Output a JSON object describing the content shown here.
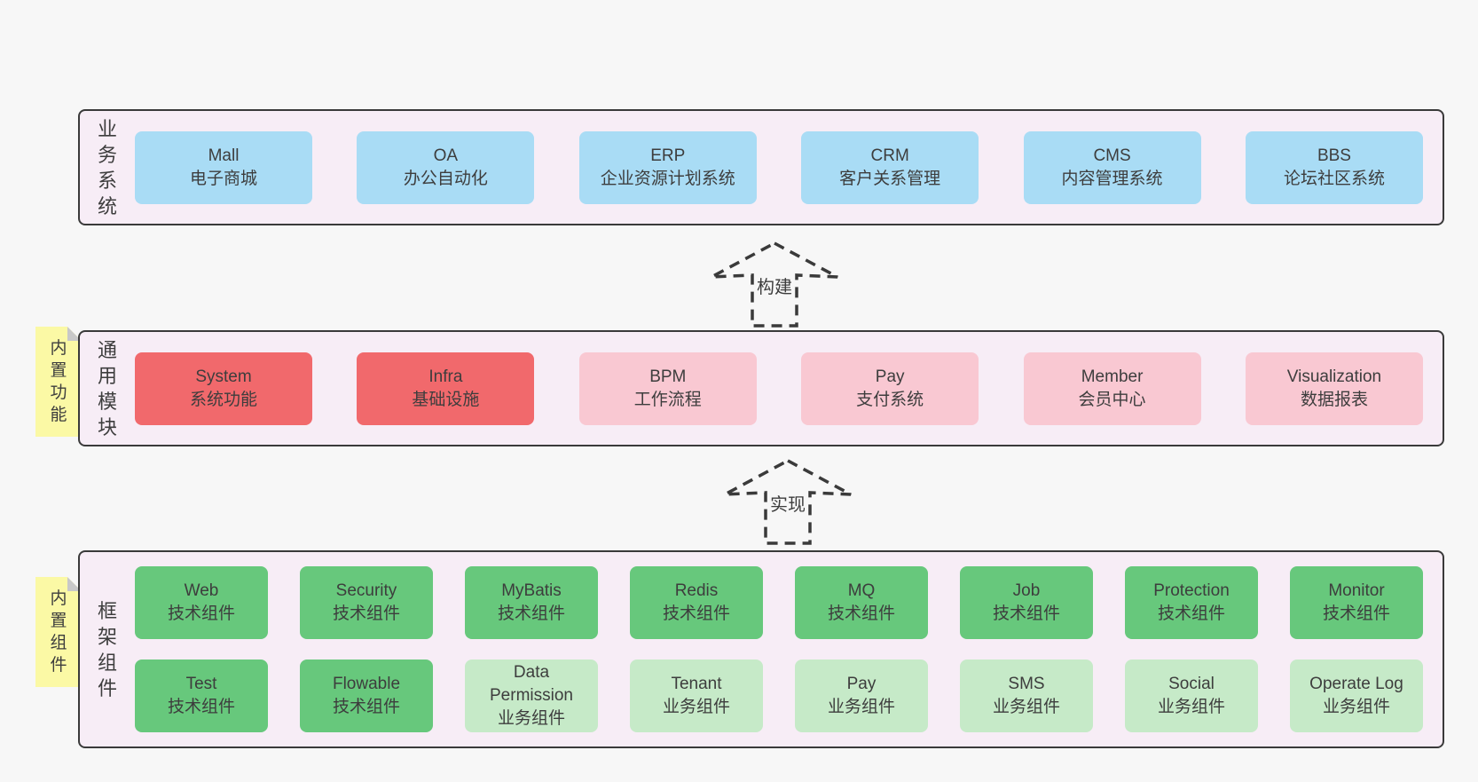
{
  "colors": {
    "page_bg": "#f7f7f7",
    "band_bg": "#f7edf6",
    "band_border": "#3a3a3a",
    "text": "#3d3d3d",
    "blue": "#a9dcf5",
    "red": "#f1696c",
    "pink": "#f9c8d2",
    "green": "#67c87c",
    "lightgreen": "#c6eac8",
    "note_yellow": "#fbf9a5",
    "note_fold": "#c8c8c8"
  },
  "bands": [
    {
      "label": "业务系统",
      "rows": [
        [
          {
            "title": "Mall",
            "subtitle": "电子商城",
            "variant": "blue"
          },
          {
            "title": "OA",
            "subtitle": "办公自动化",
            "variant": "blue"
          },
          {
            "title": "ERP",
            "subtitle": "企业资源计划系统",
            "variant": "blue"
          },
          {
            "title": "CRM",
            "subtitle": "客户关系管理",
            "variant": "blue"
          },
          {
            "title": "CMS",
            "subtitle": "内容管理系统",
            "variant": "blue"
          },
          {
            "title": "BBS",
            "subtitle": "论坛社区系统",
            "variant": "blue"
          }
        ]
      ]
    },
    {
      "label": "通用模块",
      "note": "内置功能",
      "rows": [
        [
          {
            "title": "System",
            "subtitle": "系统功能",
            "variant": "red"
          },
          {
            "title": "Infra",
            "subtitle": "基础设施",
            "variant": "red"
          },
          {
            "title": "BPM",
            "subtitle": "工作流程",
            "variant": "pink"
          },
          {
            "title": "Pay",
            "subtitle": "支付系统",
            "variant": "pink"
          },
          {
            "title": "Member",
            "subtitle": "会员中心",
            "variant": "pink"
          },
          {
            "title": "Visualization",
            "subtitle": "数据报表",
            "variant": "pink"
          }
        ]
      ]
    },
    {
      "label": "框架组件",
      "note": "内置组件",
      "rows": [
        [
          {
            "title": "Web",
            "subtitle": "技术组件",
            "variant": "green"
          },
          {
            "title": "Security",
            "subtitle": "技术组件",
            "variant": "green"
          },
          {
            "title": "MyBatis",
            "subtitle": "技术组件",
            "variant": "green"
          },
          {
            "title": "Redis",
            "subtitle": "技术组件",
            "variant": "green"
          },
          {
            "title": "MQ",
            "subtitle": "技术组件",
            "variant": "green"
          },
          {
            "title": "Job",
            "subtitle": "技术组件",
            "variant": "green"
          },
          {
            "title": "Protection",
            "subtitle": "技术组件",
            "variant": "green"
          },
          {
            "title": "Monitor",
            "subtitle": "技术组件",
            "variant": "green"
          }
        ],
        [
          {
            "title": "Test",
            "subtitle": "技术组件",
            "variant": "green"
          },
          {
            "title": "Flowable",
            "subtitle": "技术组件",
            "variant": "green"
          },
          {
            "title": "Data Permission",
            "subtitle": "业务组件",
            "variant": "lightgreen"
          },
          {
            "title": "Tenant",
            "subtitle": "业务组件",
            "variant": "lightgreen"
          },
          {
            "title": "Pay",
            "subtitle": "业务组件",
            "variant": "lightgreen"
          },
          {
            "title": "SMS",
            "subtitle": "业务组件",
            "variant": "lightgreen"
          },
          {
            "title": "Social",
            "subtitle": "业务组件",
            "variant": "lightgreen"
          },
          {
            "title": "Operate Log",
            "subtitle": "业务组件",
            "variant": "lightgreen"
          }
        ]
      ]
    }
  ],
  "arrows": [
    {
      "label": "构建"
    },
    {
      "label": "实现"
    }
  ]
}
